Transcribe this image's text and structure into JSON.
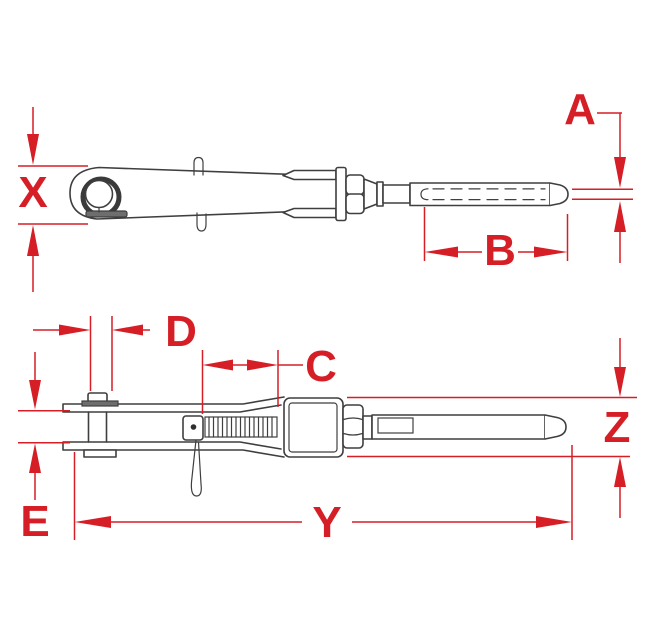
{
  "colors": {
    "annotation_red": "#d61e26",
    "drawing_line": "#3f3f3f",
    "background": "#ffffff",
    "metal_gray": "#6e6e6e"
  },
  "views": {
    "top": {
      "labels": {
        "x": "X",
        "a": "A",
        "b": "B"
      }
    },
    "side": {
      "labels": {
        "d": "D",
        "c": "C",
        "e": "E",
        "y": "Y",
        "z": "Z"
      }
    }
  }
}
